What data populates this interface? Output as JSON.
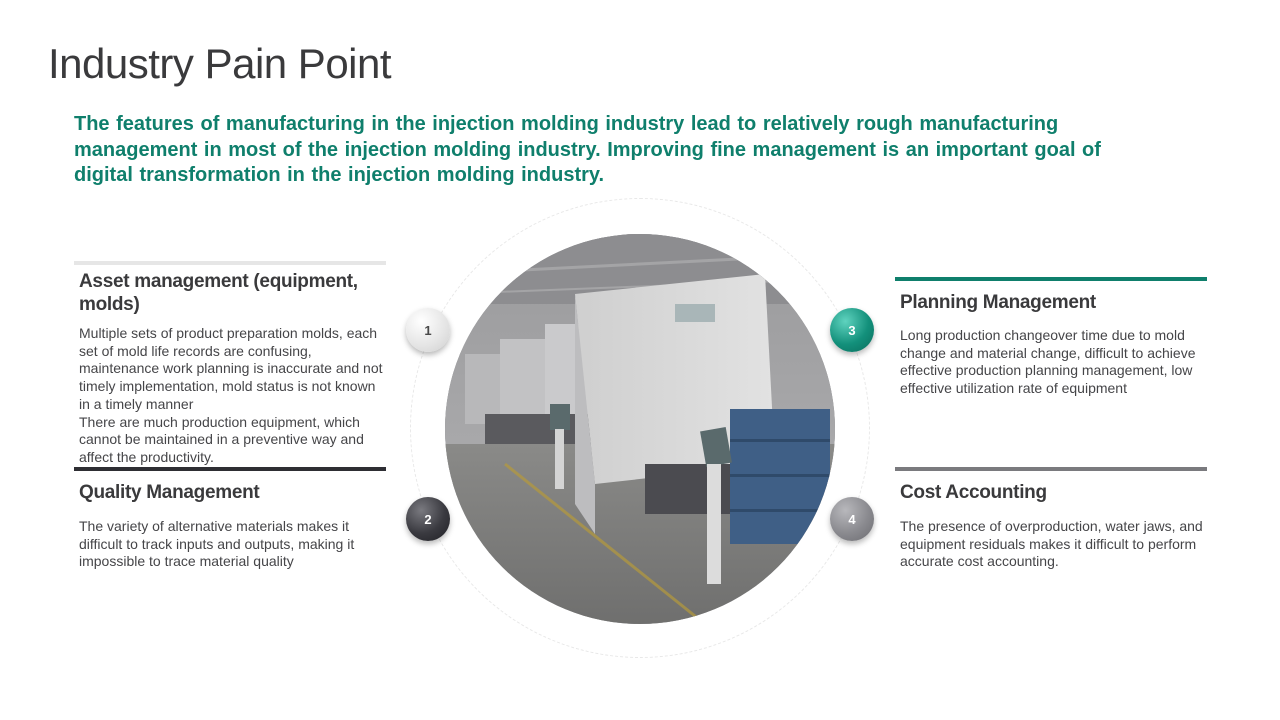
{
  "page": {
    "title": "Industry Pain Point",
    "intro": "The features of manufacturing in the injection molding industry lead to relatively rough manufacturing management in most of the injection molding industry. Improving fine management is an important goal of digital transformation in the injection molding industry."
  },
  "items": [
    {
      "number": "1",
      "heading": "Asset management (equipment, molds)",
      "body": "Multiple sets of product preparation molds, each set of mold life records are confusing, maintenance work planning is inaccurate and not timely implementation, mold status is not known in a timely manner\nThere are much production equipment, which cannot be maintained in a preventive way and affect the productivity.",
      "accent_color": "#e6e6e6"
    },
    {
      "number": "2",
      "heading": "Quality Management",
      "body": "The variety of alternative materials makes it difficult to track inputs and outputs, making it impossible to trace material quality",
      "accent_color": "#2e2e33"
    },
    {
      "number": "3",
      "heading": "Planning Management",
      "body": "Long production changeover time due to mold change and material change, difficult to achieve effective production planning management, low effective utilization rate of equipment",
      "accent_color": "#0f7f6c"
    },
    {
      "number": "4",
      "heading": "Cost Accounting",
      "body": "The presence of overproduction, water jaws, and equipment residuals makes it difficult to perform accurate cost accounting.",
      "accent_color": "#7a7a7e"
    }
  ],
  "photo": {
    "subject": "factory-floor-injection-molding-machines-image"
  },
  "colors": {
    "brand_teal": "#0f7f6c",
    "title_gray": "#3a3a3c"
  }
}
